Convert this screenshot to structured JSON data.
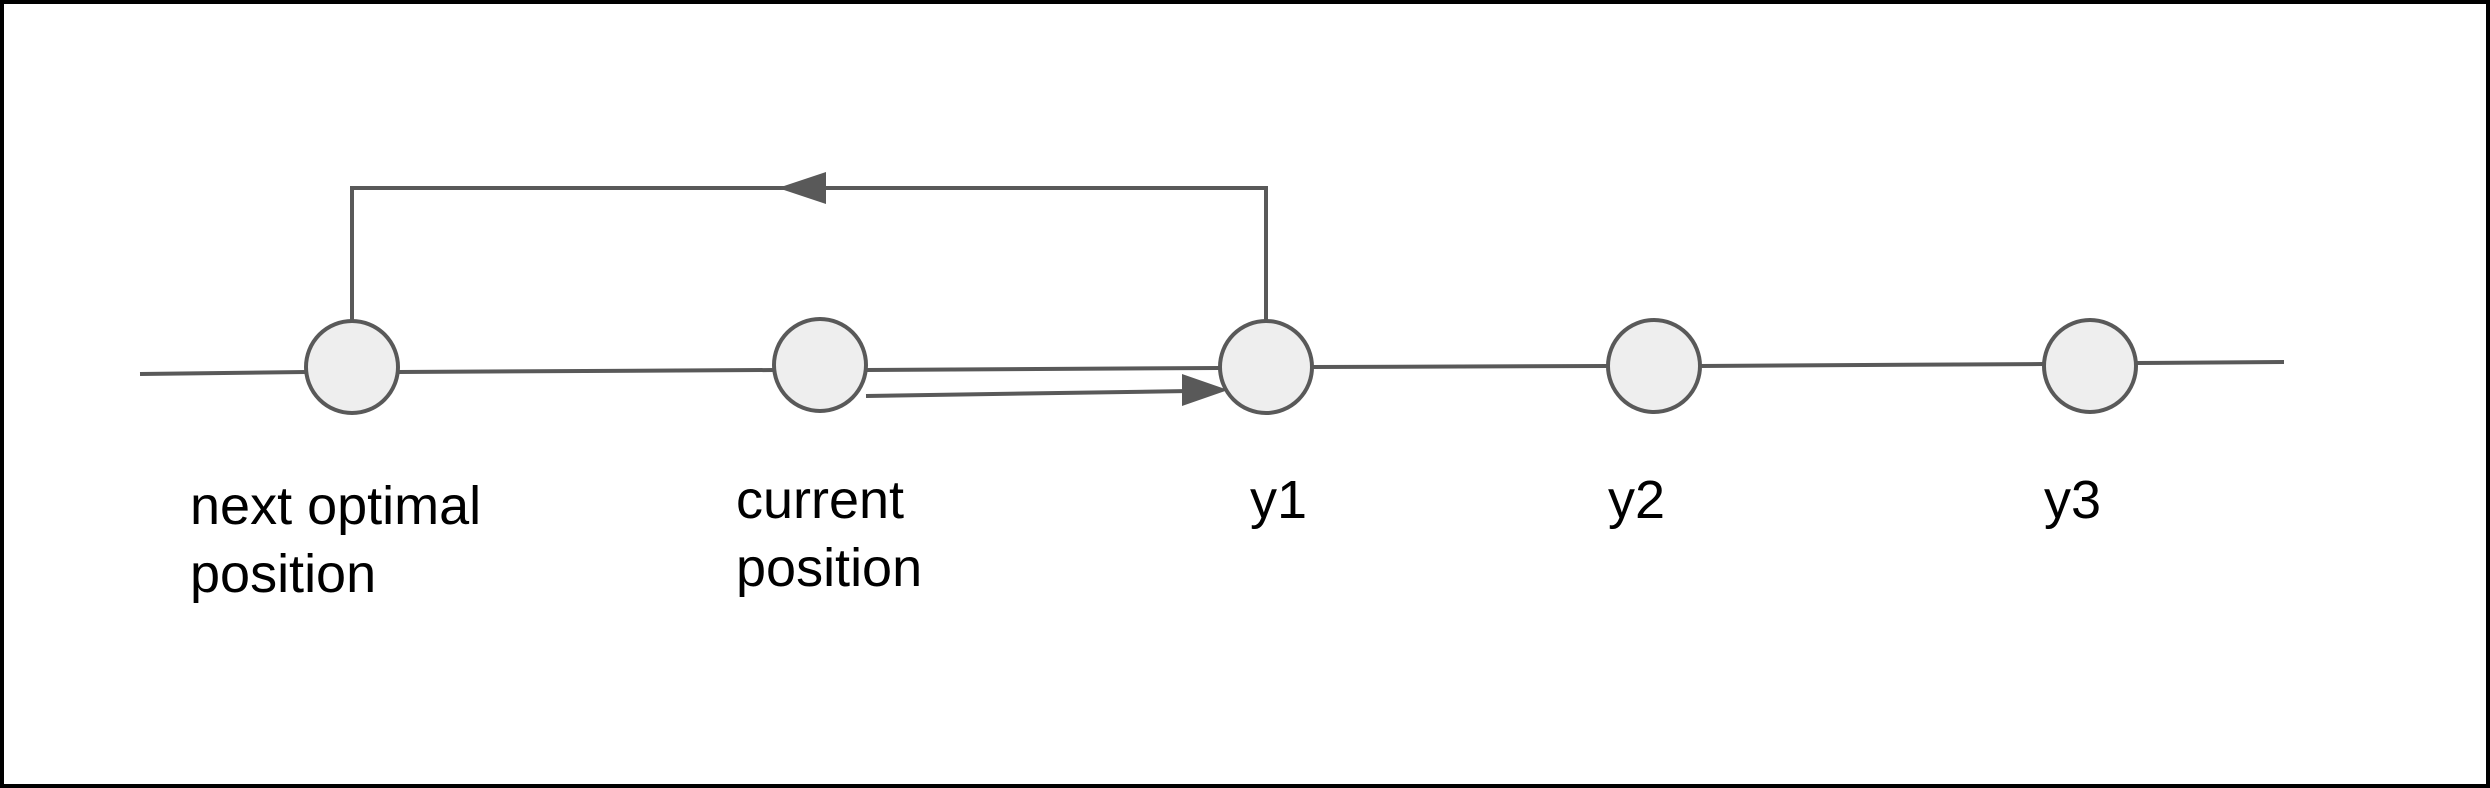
{
  "diagram": {
    "nodes": [
      {
        "id": "next-optimal",
        "label": "next optimal\nposition"
      },
      {
        "id": "current",
        "label": "current\nposition"
      },
      {
        "id": "y1",
        "label": "y1"
      },
      {
        "id": "y2",
        "label": "y2"
      },
      {
        "id": "y3",
        "label": "y3"
      }
    ],
    "arrows": [
      {
        "from": "current",
        "to": "y1"
      },
      {
        "from": "y1",
        "to": "next-optimal"
      }
    ],
    "colors": {
      "node_fill": "#eeeeee",
      "stroke": "#595959",
      "border": "#000000",
      "text": "#000000"
    }
  }
}
